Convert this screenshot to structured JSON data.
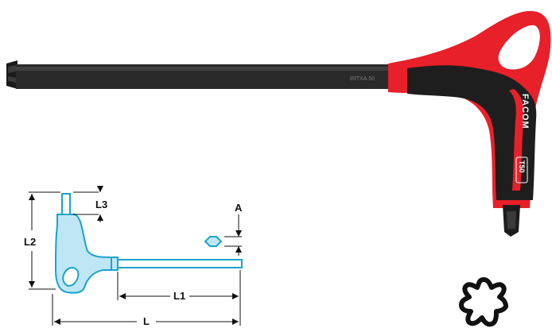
{
  "product": {
    "shaft_marking": "89TXA.50",
    "brand": "FACOM",
    "size_badge": "T50",
    "colors": {
      "handle_red": "#e8202a",
      "handle_black": "#1e1e1e",
      "shaft": "#2a2a2a",
      "drawing_line": "#1aa3cc",
      "drawing_fill": "#bfe6f4"
    }
  },
  "dimensions": {
    "L": "L",
    "L1": "L1",
    "L2": "L2",
    "L3": "L3",
    "A": "A"
  },
  "icons": {
    "profile": "torx-profile-icon",
    "tip": "hex-tip-icon"
  }
}
